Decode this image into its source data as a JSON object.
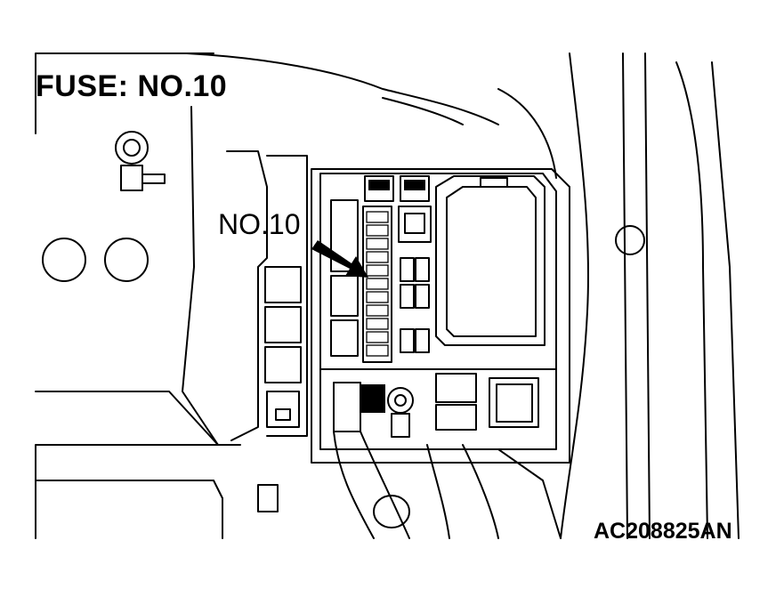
{
  "diagram": {
    "title": "FUSE: NO.10",
    "callout_label": "NO.10",
    "figure_code": "AC208825AN",
    "colors": {
      "line": "#000000",
      "background": "#ffffff"
    },
    "icons": [
      "arrow-icon"
    ]
  }
}
